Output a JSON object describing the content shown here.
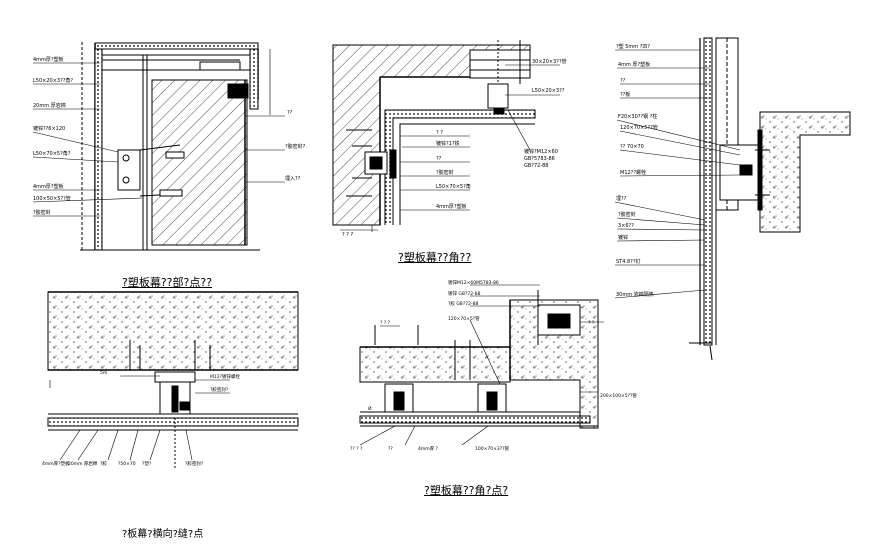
{
  "drawing": {
    "captions": {
      "detail_a": "?塑板幕??部?点??",
      "detail_b": "?塑板幕??角??",
      "detail_c": "?塑板幕??角?点?",
      "detail_d": "?板幕?横向?缝?点"
    },
    "labels_a": {
      "l1": "4mm厚?塑板",
      "l2": "L50×20×3??角?",
      "l3": "20mm 厚岩棉",
      "l4": "镀锌??6×120",
      "l5": "L50×70×5?角?",
      "l6": "4mm厚?塑板",
      "l7": "100×50×5??管",
      "l8": "?胶密封",
      "r1": "??",
      "r2": "?胶密封?",
      "r3": "埋入??"
    },
    "labels_b": {
      "t1": "30×20×3??管",
      "t2": "L50×20×3??",
      "l1": "? ?",
      "l2": "镀锌?1?铁",
      "l3": "??",
      "l4": "?胶密封",
      "l5": "L50×70×5?角",
      "l6": "4mm厚?塑板",
      "b1": "? ? ?",
      "n1": "镀锌?M12×60",
      "n2": "GB?5783-86",
      "n3": "GB?72-88"
    },
    "labels_c": {
      "t1": "?塑 5mm ?凹?",
      "t2": "4mm 厚?塑板",
      "t3": "??",
      "t4": "??板",
      "m1": "F20×30??钢 ?柱",
      "m2": "120×70×5??管",
      "m3": "?? 70×70",
      "m4": "M12??螺栓",
      "m5": "埋??",
      "m6": "?胶密封",
      "m7": "3×6??",
      "m8": "镀锌",
      "m9": "ST4.8??钉",
      "m10": "30mm 岩棉隔热"
    },
    "labels_d": {
      "l1": "5m",
      "l2": "M12?镀锌螺栓",
      "l3": "?胶密封?",
      "b1": "4mm厚?塑板",
      "b2": "20mm 厚岩棉",
      "b3": "?胶",
      "b4": "?50×70",
      "b5": "?塑?",
      "b6": "?胶密封?"
    },
    "labels_e": {
      "t1": "镀锌M12×60M5783-86",
      "t2": "镀锌 GB?72-88",
      "t3": "?胶 GB?72-88",
      "t4": "120×70×5?管",
      "l1": "? ? ?",
      "r1": "? ?",
      "r2": "200×100×5??管",
      "b1": "?? ? ?",
      "b2": "??",
      "b3": "4mm厚 ?",
      "b4": "100×70×3??管",
      "o1": "Ø"
    }
  }
}
